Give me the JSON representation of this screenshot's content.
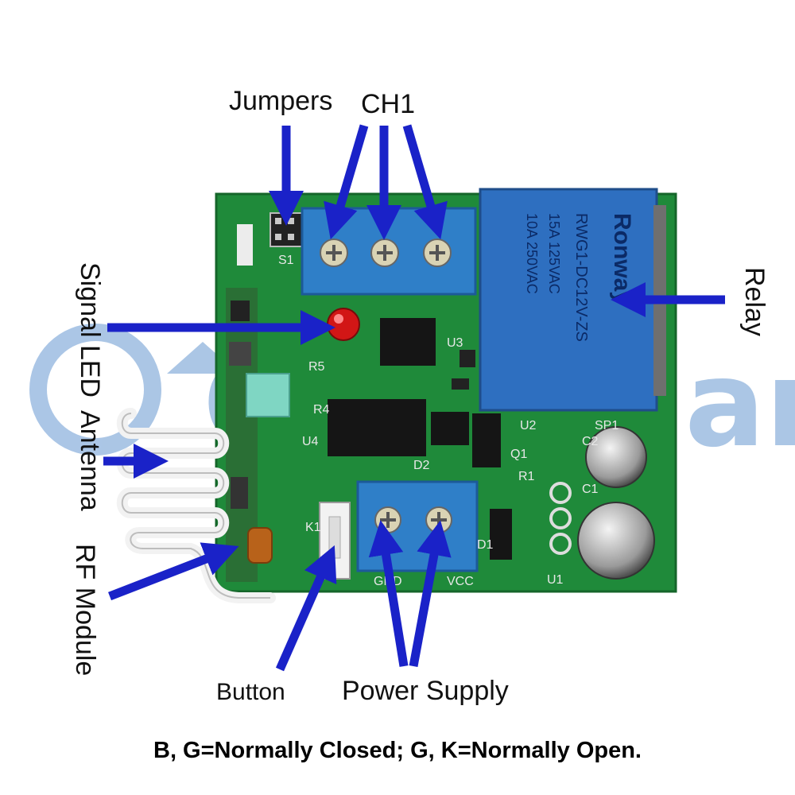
{
  "watermark": {
    "text": "CarryMart",
    "color": "#8fb3dd"
  },
  "board": {
    "pcb_color": "#1f8a3a",
    "terminal_color": "#2f7fc8",
    "relay_color": "#2e6fc0",
    "relay_text": [
      "Ronway",
      "RWG1-DC12V-ZS",
      "15A 125VAC",
      "10A 250VAC"
    ],
    "silkscreen": [
      "S1",
      "K1",
      "GND",
      "VCC",
      "U1",
      "U2",
      "U3",
      "U4",
      "D1",
      "D2",
      "R1",
      "R4",
      "R5",
      "C1",
      "C2",
      "Q1",
      "SP1"
    ]
  },
  "labels": {
    "jumpers": "Jumpers",
    "ch1": "CH1",
    "relay": "Relay",
    "signal_led": "Signal LED",
    "antenna": "Antenna",
    "rf_module": "RF Module",
    "button": "Button",
    "power_supply": "Power Supply"
  },
  "caption": "B, G=Normally Closed; G, K=Normally Open.",
  "arrow_color": "#1a22c8"
}
